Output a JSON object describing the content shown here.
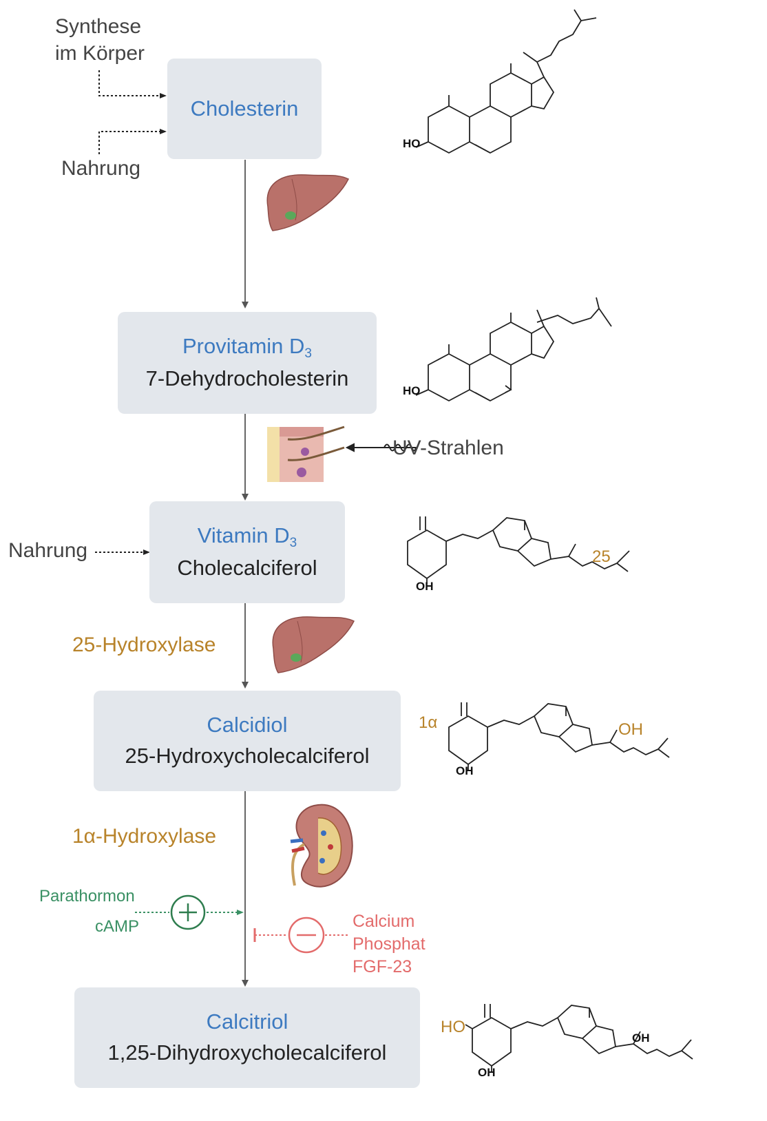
{
  "labels": {
    "synthese": "Synthese",
    "im_koerper": "im Körper",
    "nahrung_top": "Nahrung",
    "nahrung_mid": "Nahrung",
    "uv": "UV-Strahlen",
    "hydroxylase25": "25-Hydroxylase",
    "hydroxylase1a": "1α-Hydroxylase",
    "parathormon": "Parathormon",
    "camp": "cAMP",
    "calcium": "Calcium",
    "phosphat": "Phosphat",
    "fgf23": "FGF-23"
  },
  "boxes": {
    "cholesterin": {
      "title": "Cholesterin"
    },
    "provitamin": {
      "title": "Provitamin D",
      "sub": "3",
      "subtitle": "7-Dehydrocholesterin"
    },
    "vitamin": {
      "title": "Vitamin D",
      "sub": "3",
      "subtitle": "Cholecalciferol"
    },
    "calcidiol": {
      "title": "Calcidiol",
      "subtitle": "25-Hydroxycholecalciferol"
    },
    "calcitriol": {
      "title": "Calcitriol",
      "subtitle": "1,25-Dihydroxycholecalciferol"
    }
  },
  "chem": {
    "ho1": "HO",
    "ho2": "HO",
    "oh_vitd": "OH",
    "pos25": "25",
    "pos1a": "1α",
    "oh_calcidiol_a": "OH",
    "oh_calcidiol_b": "OH",
    "ho_calcitriol": "HO",
    "oh_calcitriol_a": "OH",
    "oh_calcitriol_b": "OH"
  },
  "icons": [
    "liver-icon",
    "skin-icon",
    "kidney-icon",
    "plus-icon",
    "minus-icon"
  ],
  "colors": {
    "box_fill": "#e3e7ec",
    "title_blue": "#3d7ac0",
    "enzyme_orange": "#b8832a",
    "stimulate_green": "#3a9064",
    "inhibit_red": "#e36b6b"
  }
}
